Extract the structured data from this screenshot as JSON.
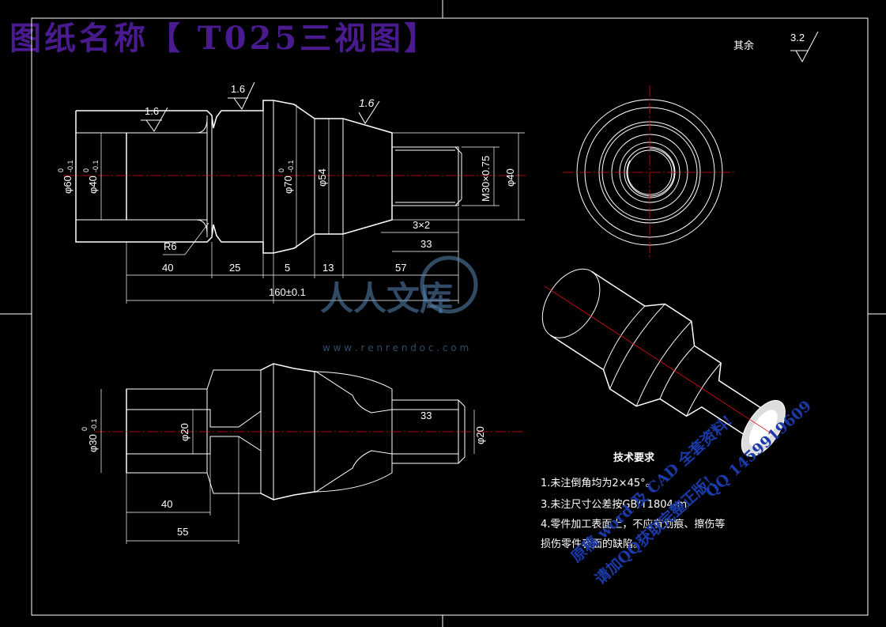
{
  "title": "图纸名称【 T025三视图】",
  "roughness": {
    "other_label": "其余",
    "other_value": "3.2",
    "r1": "1.6",
    "r2": "1.6",
    "r3": "1.6"
  },
  "dims": {
    "d60": "φ60",
    "d60_tol": "0",
    "d60_tol2": "-0.1",
    "d40": "φ40",
    "d40_tol": "0",
    "d40_tol2": "-0.1",
    "d70": "φ70",
    "d70_tol": "0",
    "d70_tol2": "-0.1",
    "d54": "φ54",
    "m30": "M30×0.75",
    "d40b": "φ40",
    "r6": "R6",
    "chamfer": "3×2",
    "len33": "33",
    "len40": "40",
    "len25": "25",
    "len5": "5",
    "len13": "13",
    "len57": "57",
    "total": "160±0.1",
    "s_d30": "φ30",
    "s_d30_tol": "0",
    "s_d30_tol2": "-0.1",
    "s_d20": "φ20",
    "s_d20b": "φ20",
    "s_len33": "33",
    "s_len40": "40",
    "s_len55": "55"
  },
  "notes": {
    "heading": "技术要求",
    "n1": "1.未注倒角均为2×45°。",
    "n3": "3.未注尺寸公差按GB/T1804-m",
    "n4a": "4.零件加工表面上，不应有划痕、擦伤等",
    "n4b": "损伤零件表面的缺陷。"
  },
  "watermark": {
    "brand": "人人文库",
    "url": "w w w . r e n r e n d o c . c o m"
  },
  "overlay": {
    "line1": "原稿 word 及 CAD 全套资料!",
    "line2": "QQ 1459919609",
    "line3": "请加QQ获取完整正版!"
  },
  "colors": {
    "background": "#000000",
    "title": "#4a1a8f",
    "centerline": "#e01010",
    "hatch": "#30c0b0",
    "overlay": "#1a3aa8"
  }
}
